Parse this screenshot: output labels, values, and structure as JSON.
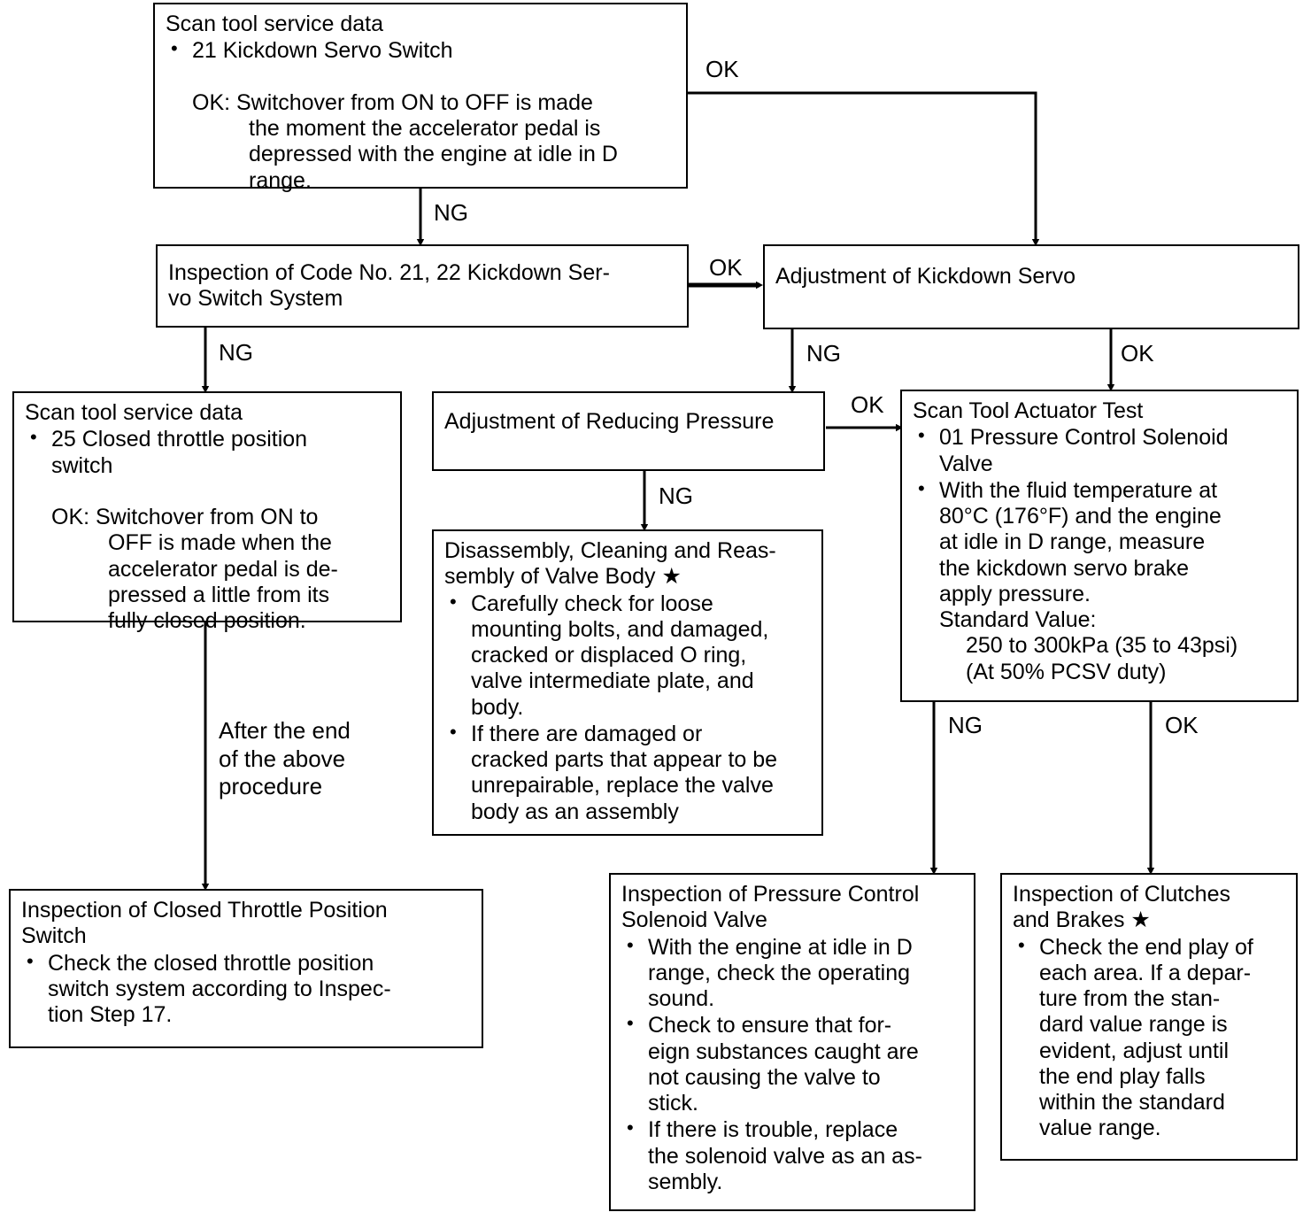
{
  "diagram": {
    "title": "Kickdown Servo / Pressure Control Troubleshooting Flowchart",
    "line_color": "#000000",
    "box_border_color": "#000000",
    "background": "#ffffff"
  },
  "nodes": {
    "scan_tool_service_data_21": {
      "title": "Scan tool service data",
      "bullet1": "21 Kickdown Servo Switch",
      "ok_text": "OK:  Switchover from ON to OFF is made\nthe moment the accelerator pedal is\ndepressed with the engine at idle in D\nrange."
    },
    "inspection_code_21_22": {
      "title": "Inspection of Code No. 21, 22 Kickdown Ser-\nvo Switch System"
    },
    "adjustment_kickdown_servo": {
      "title": "Adjustment of Kickdown Servo"
    },
    "scan_tool_service_data_25": {
      "title": "Scan tool service data",
      "bullet1": "25 Closed throttle position\nswitch",
      "ok_text": "OK:  Switchover from ON to\nOFF is made when the\naccelerator pedal is de-\npressed a little from its\nfully closed position."
    },
    "adjustment_reducing_pressure": {
      "title": "Adjustment of Reducing Pressure"
    },
    "scan_tool_actuator_test": {
      "title": "Scan Tool Actuator Test",
      "bullet1": "01 Pressure Control Solenoid\nValve",
      "bullet2": "With the fluid temperature at\n80°C (176°F) and the engine\nat idle in D range, measure\nthe kickdown servo brake\napply pressure.",
      "standard_label": "Standard Value:",
      "standard_value_1": "250 to 300kPa (35 to 43psi)",
      "standard_value_2": "(At 50% PCSV duty)"
    },
    "disassembly_valve_body": {
      "title": "Disassembly, Cleaning and Reas-\nsembly of Valve Body ★",
      "bullet1": "Carefully check for loose\nmounting bolts, and damaged,\ncracked or displaced O ring,\nvalve intermediate plate, and\nbody.",
      "bullet2": "If there are damaged or\ncracked parts that appear to be\nunrepairable, replace the valve\nbody as an assembly"
    },
    "inspection_closed_throttle_switch": {
      "title": "Inspection of Closed Throttle Position\nSwitch",
      "bullet1": "Check the closed throttle position\nswitch system according to Inspec-\ntion Step 17."
    },
    "inspection_pressure_control_solenoid": {
      "title": "Inspection of Pressure Control\nSolenoid Valve",
      "bullet1": "With the engine at idle in D\nrange, check the operating\nsound.",
      "bullet2": "Check to ensure that for-\neign substances caught are\nnot causing the valve to\nstick.",
      "bullet3": "If there is trouble, replace\nthe solenoid valve as an as-\nsembly."
    },
    "inspection_clutches_brakes": {
      "title": "Inspection of Clutches\nand Brakes ★",
      "bullet1": "Check the end play of\neach area. If a depar-\nture from the stan-\ndard value range is\nevident, adjust until\nthe end play falls\nwithin the standard\nvalue range."
    }
  },
  "connectors": {
    "ok_top_right": "OK",
    "ng_top_down": "NG",
    "ok_code_to_adjustment": "OK",
    "ng_code_down": "NG",
    "ng_adjustment_down": "NG",
    "ok_adjustment_down": "OK",
    "ok_reducing_to_actuator": "OK",
    "ng_reducing_down": "NG",
    "after_the_end": "After the end\nof the above\nprocedure",
    "ng_actuator_down": "NG",
    "ok_actuator_down": "OK"
  }
}
